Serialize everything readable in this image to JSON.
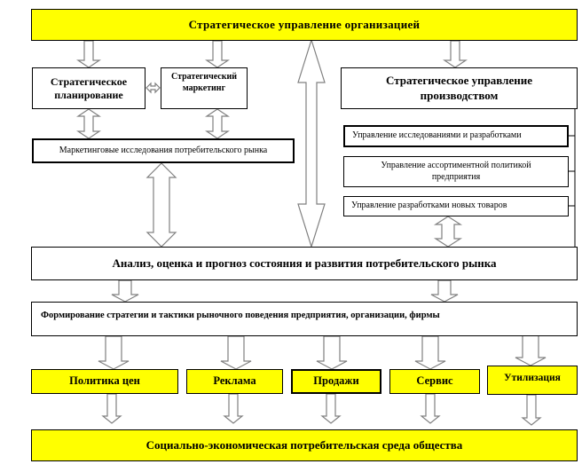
{
  "diagram": {
    "top": {
      "label": "Стратегическое  управление  организацией"
    },
    "strategic_planning": {
      "label_line1": "Стратегическое",
      "label_line2": "планирование"
    },
    "strategic_marketing": {
      "label_line1": "Стратегический",
      "label_line2": "маркетинг"
    },
    "marketing_research": {
      "label": "Маркетинговые исследования потребительского рынка"
    },
    "production_management": {
      "label_line1": "Стратегическое  управление",
      "label_line2": "производством",
      "sub_items": [
        {
          "label": "Управление исследованиями и  разработками"
        },
        {
          "label_line1": "Управление ассортиментной политикой",
          "label_line2": "предприятия"
        },
        {
          "label": "Управление разработками новых товаров"
        }
      ]
    },
    "analysis": {
      "label": "Анализ, оценка и прогноз состояния и развития потребительского рынка"
    },
    "formation": {
      "label": "Формирование стратегии и тактики рыночного поведения предприятия,  организации, фирмы"
    },
    "actions": [
      {
        "label": "Политика цен"
      },
      {
        "label": "Реклама"
      },
      {
        "label": "Продажи"
      },
      {
        "label": "Сервис"
      },
      {
        "label": "Утилизация"
      }
    ],
    "bottom": {
      "label": "Социально-экономическая потребительская среда  общества"
    },
    "colors": {
      "highlight": "#ffff00",
      "border": "#000000",
      "arrow_stroke": "#808080"
    }
  }
}
